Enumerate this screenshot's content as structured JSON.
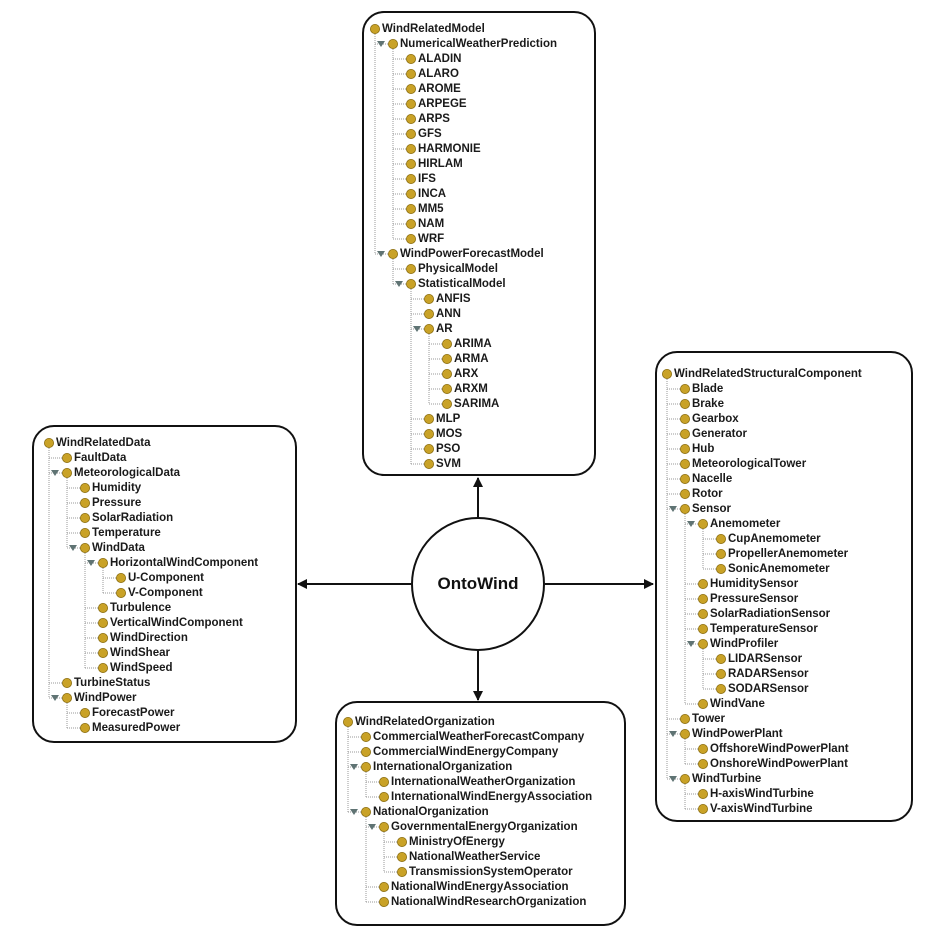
{
  "center_label": "OntoWind",
  "panels": [
    {
      "id": "model",
      "tree": [
        {
          "label": "WindRelatedModel",
          "children": [
            {
              "label": "NumericalWeatherPrediction",
              "expanded": true,
              "children": [
                {
                  "label": "ALADIN"
                },
                {
                  "label": "ALARO"
                },
                {
                  "label": "AROME"
                },
                {
                  "label": "ARPEGE"
                },
                {
                  "label": "ARPS"
                },
                {
                  "label": "GFS"
                },
                {
                  "label": "HARMONIE"
                },
                {
                  "label": "HIRLAM"
                },
                {
                  "label": "IFS"
                },
                {
                  "label": "INCA"
                },
                {
                  "label": "MM5"
                },
                {
                  "label": "NAM"
                },
                {
                  "label": "WRF"
                }
              ]
            },
            {
              "label": "WindPowerForecastModel",
              "expanded": true,
              "children": [
                {
                  "label": "PhysicalModel"
                },
                {
                  "label": "StatisticalModel",
                  "expanded": true,
                  "children": [
                    {
                      "label": "ANFIS"
                    },
                    {
                      "label": "ANN"
                    },
                    {
                      "label": "AR",
                      "expanded": true,
                      "children": [
                        {
                          "label": "ARIMA"
                        },
                        {
                          "label": "ARMA"
                        },
                        {
                          "label": "ARX"
                        },
                        {
                          "label": "ARXM"
                        },
                        {
                          "label": "SARIMA"
                        }
                      ]
                    },
                    {
                      "label": "MLP"
                    },
                    {
                      "label": "MOS"
                    },
                    {
                      "label": "PSO"
                    },
                    {
                      "label": "SVM"
                    }
                  ]
                }
              ]
            }
          ]
        }
      ]
    },
    {
      "id": "data",
      "tree": [
        {
          "label": "WindRelatedData",
          "children": [
            {
              "label": "FaultData"
            },
            {
              "label": "MeteorologicalData",
              "expanded": true,
              "children": [
                {
                  "label": "Humidity"
                },
                {
                  "label": "Pressure"
                },
                {
                  "label": "SolarRadiation"
                },
                {
                  "label": "Temperature"
                },
                {
                  "label": "WindData",
                  "expanded": true,
                  "children": [
                    {
                      "label": "HorizontalWindComponent",
                      "expanded": true,
                      "children": [
                        {
                          "label": "U-Component"
                        },
                        {
                          "label": "V-Component"
                        }
                      ]
                    },
                    {
                      "label": "Turbulence"
                    },
                    {
                      "label": "VerticalWindComponent"
                    },
                    {
                      "label": "WindDirection"
                    },
                    {
                      "label": "WindShear"
                    },
                    {
                      "label": "WindSpeed"
                    }
                  ]
                }
              ]
            },
            {
              "label": "TurbineStatus"
            },
            {
              "label": "WindPower",
              "expanded": true,
              "children": [
                {
                  "label": "ForecastPower"
                },
                {
                  "label": "MeasuredPower"
                }
              ]
            }
          ]
        }
      ]
    },
    {
      "id": "structural",
      "tree": [
        {
          "label": "WindRelatedStructuralComponent",
          "children": [
            {
              "label": "Blade"
            },
            {
              "label": "Brake"
            },
            {
              "label": "Gearbox"
            },
            {
              "label": "Generator"
            },
            {
              "label": "Hub"
            },
            {
              "label": "MeteorologicalTower"
            },
            {
              "label": "Nacelle"
            },
            {
              "label": "Rotor"
            },
            {
              "label": "Sensor",
              "expanded": true,
              "children": [
                {
                  "label": "Anemometer",
                  "expanded": true,
                  "children": [
                    {
                      "label": "CupAnemometer"
                    },
                    {
                      "label": "PropellerAnemometer"
                    },
                    {
                      "label": "SonicAnemometer"
                    }
                  ]
                },
                {
                  "label": "HumiditySensor"
                },
                {
                  "label": "PressureSensor"
                },
                {
                  "label": "SolarRadiationSensor"
                },
                {
                  "label": "TemperatureSensor"
                },
                {
                  "label": "WindProfiler",
                  "expanded": true,
                  "children": [
                    {
                      "label": "LIDARSensor"
                    },
                    {
                      "label": "RADARSensor"
                    },
                    {
                      "label": "SODARSensor"
                    }
                  ]
                },
                {
                  "label": "WindVane"
                }
              ]
            },
            {
              "label": "Tower"
            },
            {
              "label": "WindPowerPlant",
              "expanded": true,
              "children": [
                {
                  "label": "OffshoreWindPowerPlant"
                },
                {
                  "label": "OnshoreWindPowerPlant"
                }
              ]
            },
            {
              "label": "WindTurbine",
              "expanded": true,
              "children": [
                {
                  "label": "H-axisWindTurbine"
                },
                {
                  "label": "V-axisWindTurbine"
                }
              ]
            }
          ]
        }
      ]
    },
    {
      "id": "organization",
      "tree": [
        {
          "label": "WindRelatedOrganization",
          "children": [
            {
              "label": "CommercialWeatherForecastCompany"
            },
            {
              "label": "CommercialWindEnergyCompany"
            },
            {
              "label": "InternationalOrganization",
              "expanded": true,
              "children": [
                {
                  "label": "InternationalWeatherOrganization"
                },
                {
                  "label": "InternationalWindEnergyAssociation"
                }
              ]
            },
            {
              "label": "NationalOrganization",
              "expanded": true,
              "children": [
                {
                  "label": "GovernmentalEnergyOrganization",
                  "expanded": true,
                  "children": [
                    {
                      "label": "MinistryOfEnergy"
                    },
                    {
                      "label": "NationalWeatherService"
                    },
                    {
                      "label": "TransmissionSystemOperator"
                    }
                  ]
                },
                {
                  "label": "NationalWindEnergyAssociation"
                },
                {
                  "label": "NationalWindResearchOrganization"
                }
              ]
            }
          ]
        }
      ]
    }
  ],
  "colors": {
    "bullet": "#c9a227",
    "bullet_border": "#8a6d10",
    "expander": "#5f7373",
    "connector": "#9a9a9a",
    "border": "#111111"
  }
}
